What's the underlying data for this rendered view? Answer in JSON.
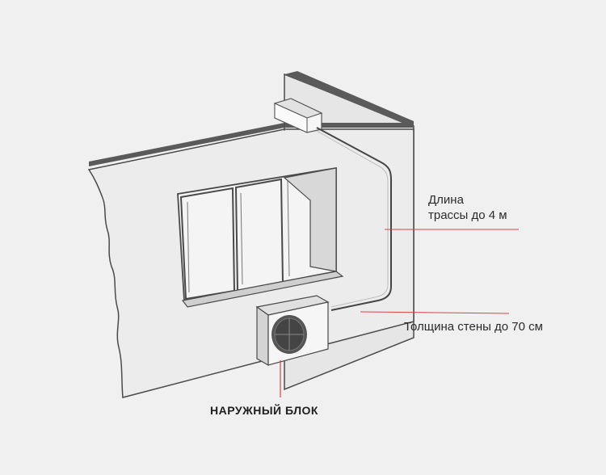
{
  "annotations": {
    "route_length_line1": "Длина",
    "route_length_line2": "трассы до 4 м",
    "wall_thickness": "Толщина стены до 70 см",
    "outdoor_unit": "НАРУЖНЫЙ БЛОК"
  },
  "colors": {
    "background": "#f0f0f0",
    "wall_face": "#ececec",
    "wall_side": "#e4e4e4",
    "outline": "#4a4a4a",
    "wall_top": "#555555",
    "callout_line": "#d9434a"
  }
}
